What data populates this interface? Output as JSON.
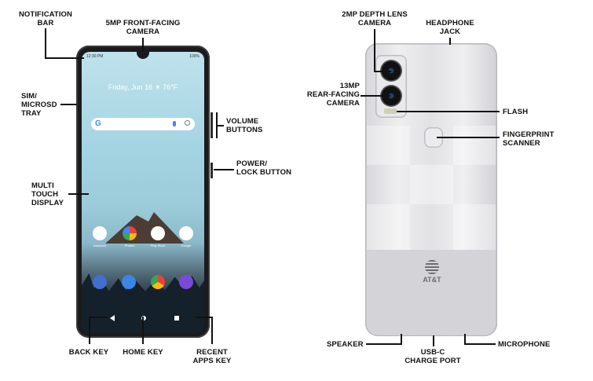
{
  "front_labels": {
    "notification_bar": "NOTIFICATION\nBAR",
    "front_camera": "5MP FRONT-FACING\nCAMERA",
    "sim_tray": "SIM/\nMICROSD\nTRAY",
    "volume_buttons": "VOLUME\nBUTTONS",
    "power_button": "POWER/\nLOCK BUTTON",
    "touch_display": "MULTI\nTOUCH\nDISPLAY",
    "back_key": "BACK KEY",
    "home_key": "HOME KEY",
    "recent_apps_key": "RECENT\nAPPS KEY"
  },
  "back_labels": {
    "depth_camera": "2MP DEPTH LENS\nCAMERA",
    "headphone_jack": "HEADPHONE\nJACK",
    "rear_camera": "13MP\nREAR-FACING\nCAMERA",
    "flash": "FLASH",
    "fingerprint": "FINGERPRINT\nSCANNER",
    "speaker": "SPEAKER",
    "usb_port": "USB-C\nCHARGE PORT",
    "microphone": "MICROPHONE"
  },
  "screen": {
    "time": "12:30 PM",
    "battery": "100%",
    "date_weather": "Friday, Jun 16 ☀ 76°F",
    "search_logo": "G",
    "apps": [
      "Assistant",
      "Photos",
      "Play Store",
      "Google"
    ]
  },
  "back_brand": "AT&T",
  "colors": {
    "label_text": "#111111",
    "phone_front": "#1b1b1d",
    "phone_back": "#e6e6e9",
    "phone_dock": "#3f6fd0"
  }
}
